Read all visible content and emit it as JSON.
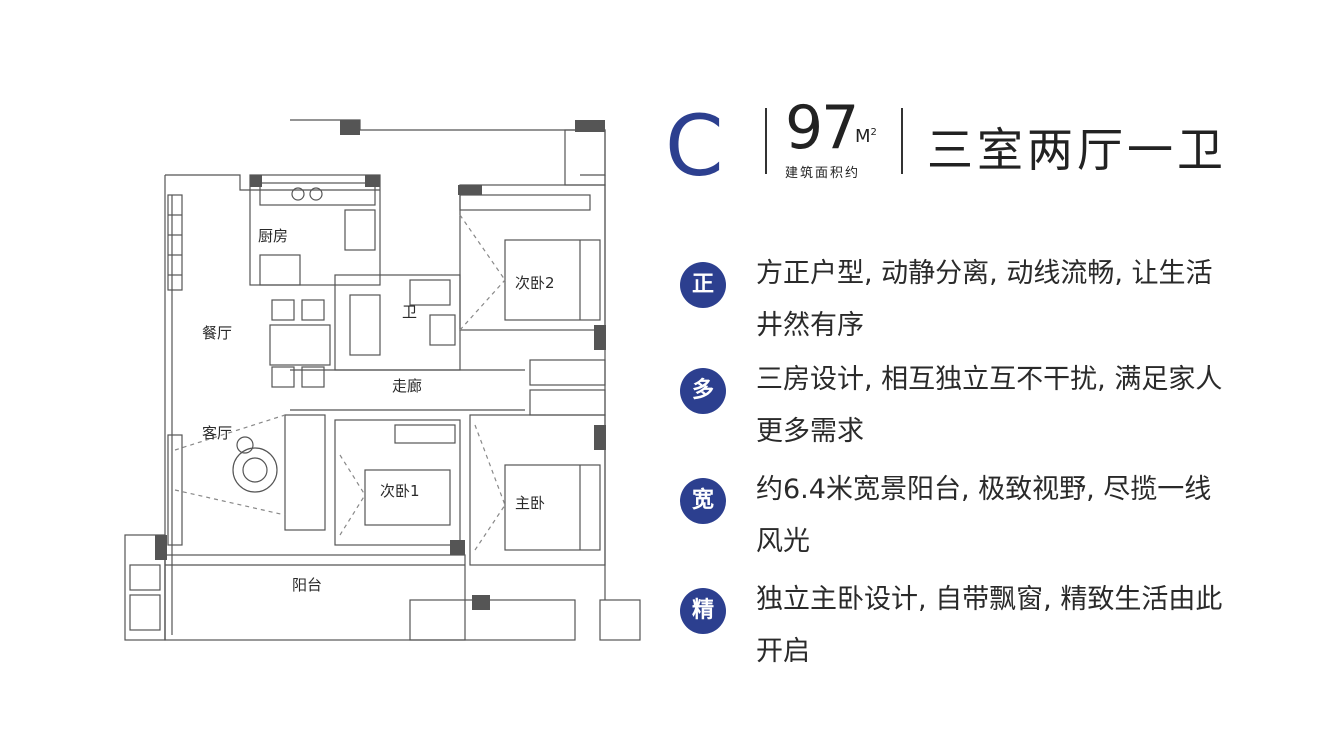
{
  "floorplan": {
    "rooms": {
      "kitchen": "厨房",
      "dining": "餐厅",
      "bath": "卫",
      "corridor": "走廊",
      "living": "客厅",
      "bedroom2": "次卧2",
      "bedroom1": "次卧1",
      "master": "主卧",
      "balcony": "阳台"
    }
  },
  "header": {
    "type_letter": "C",
    "area_number": "97",
    "area_unit": "M",
    "area_unit_sup": "2",
    "area_caption": "建筑面积约",
    "layout_title": "三室两厅一卫"
  },
  "features": [
    {
      "badge": "正",
      "text": "方正户型, 动静分离, 动线流畅, 让生活井然有序"
    },
    {
      "badge": "多",
      "text": "三房设计, 相互独立互不干扰, 满足家人更多需求"
    },
    {
      "badge": "宽",
      "text": "约6.4米宽景阳台, 极致视野, 尽揽一线风光"
    },
    {
      "badge": "精",
      "text": "独立主卧设计, 自带飘窗, 精致生活由此开启"
    }
  ],
  "colors": {
    "accent": "#2c3f8f",
    "wall": "#444444"
  }
}
